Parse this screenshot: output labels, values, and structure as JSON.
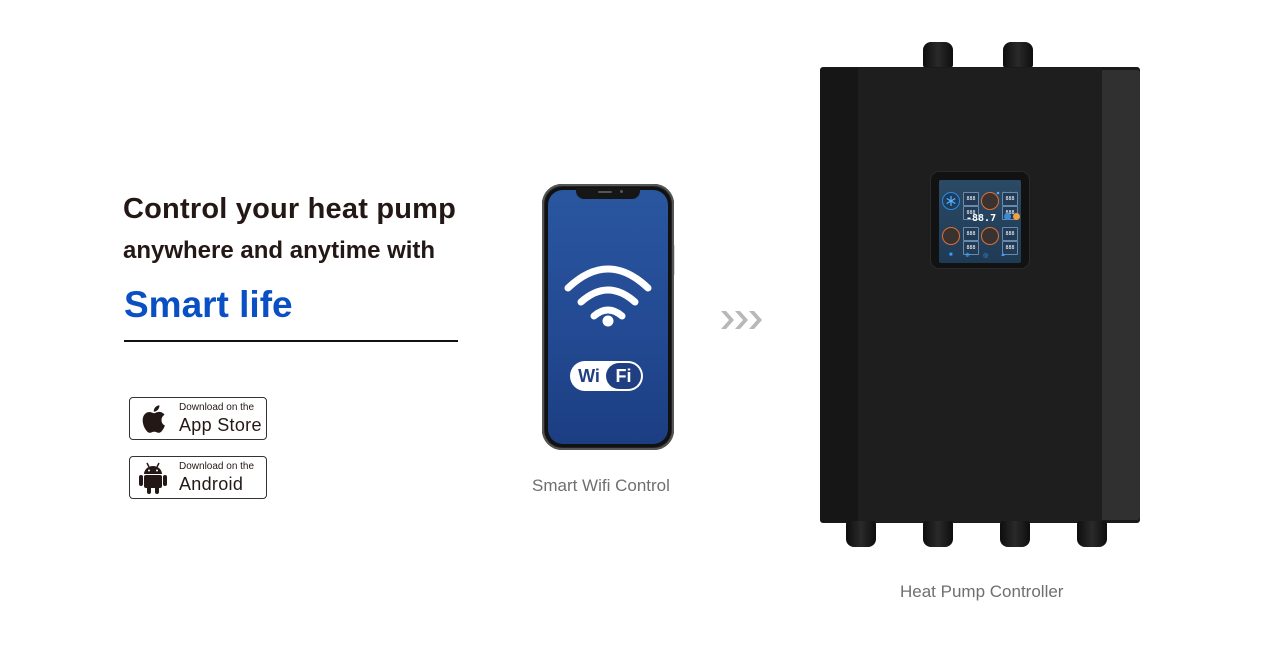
{
  "headline": {
    "line1": "Control your heat pump",
    "line2": "anywhere and anytime with",
    "line3": "Smart life",
    "accent_color": "#0a4fc4"
  },
  "store_badges": [
    {
      "small_text": "Download on the",
      "big_text": "App Store",
      "icon": "apple-icon"
    },
    {
      "small_text": "Download on the",
      "big_text": "Android",
      "icon": "android-icon"
    }
  ],
  "phone": {
    "wifi_badge": {
      "left": "Wi",
      "right": "Fi"
    },
    "caption": "Smart Wifi Control",
    "screen_color": "#234a93"
  },
  "arrows": {
    "icon": "triple-chevron-right-icon",
    "color": "#b8b8b8"
  },
  "controller": {
    "caption": "Heat Pump Controller",
    "display": {
      "main_value": "-88.7",
      "unit": "°C",
      "cells": [
        "888",
        "888",
        "888",
        "888",
        "888",
        "888",
        "888",
        "888"
      ],
      "bottom_icons": [
        "lock-icon",
        "fan-icon",
        "settings-icon",
        "water-icon"
      ]
    }
  }
}
